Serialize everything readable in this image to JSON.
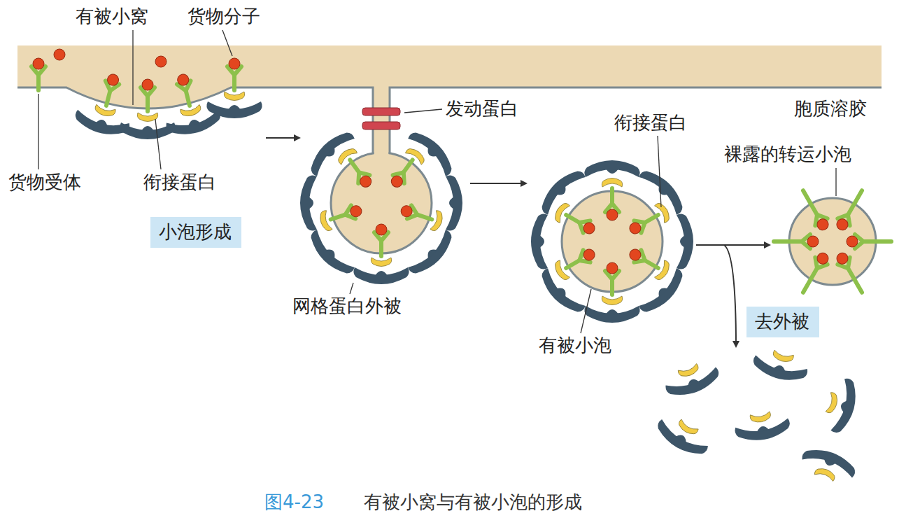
{
  "diagram": {
    "caption": "有被小窝与有被小泡的形成",
    "nodes": [
      {
        "text": [
          "小泡形成"
        ]
      },
      {
        "text": [
          "去外被"
        ]
      }
    ],
    "labels": [
      "有被小窝",
      "货物分子",
      "发动蛋白",
      "胞质溶胶",
      "货物受体",
      "衔接蛋白",
      "网格蛋白外被",
      "衔接蛋白",
      "有被小泡",
      "裸露的转运小泡",
      "图4-23"
    ]
  }
}
